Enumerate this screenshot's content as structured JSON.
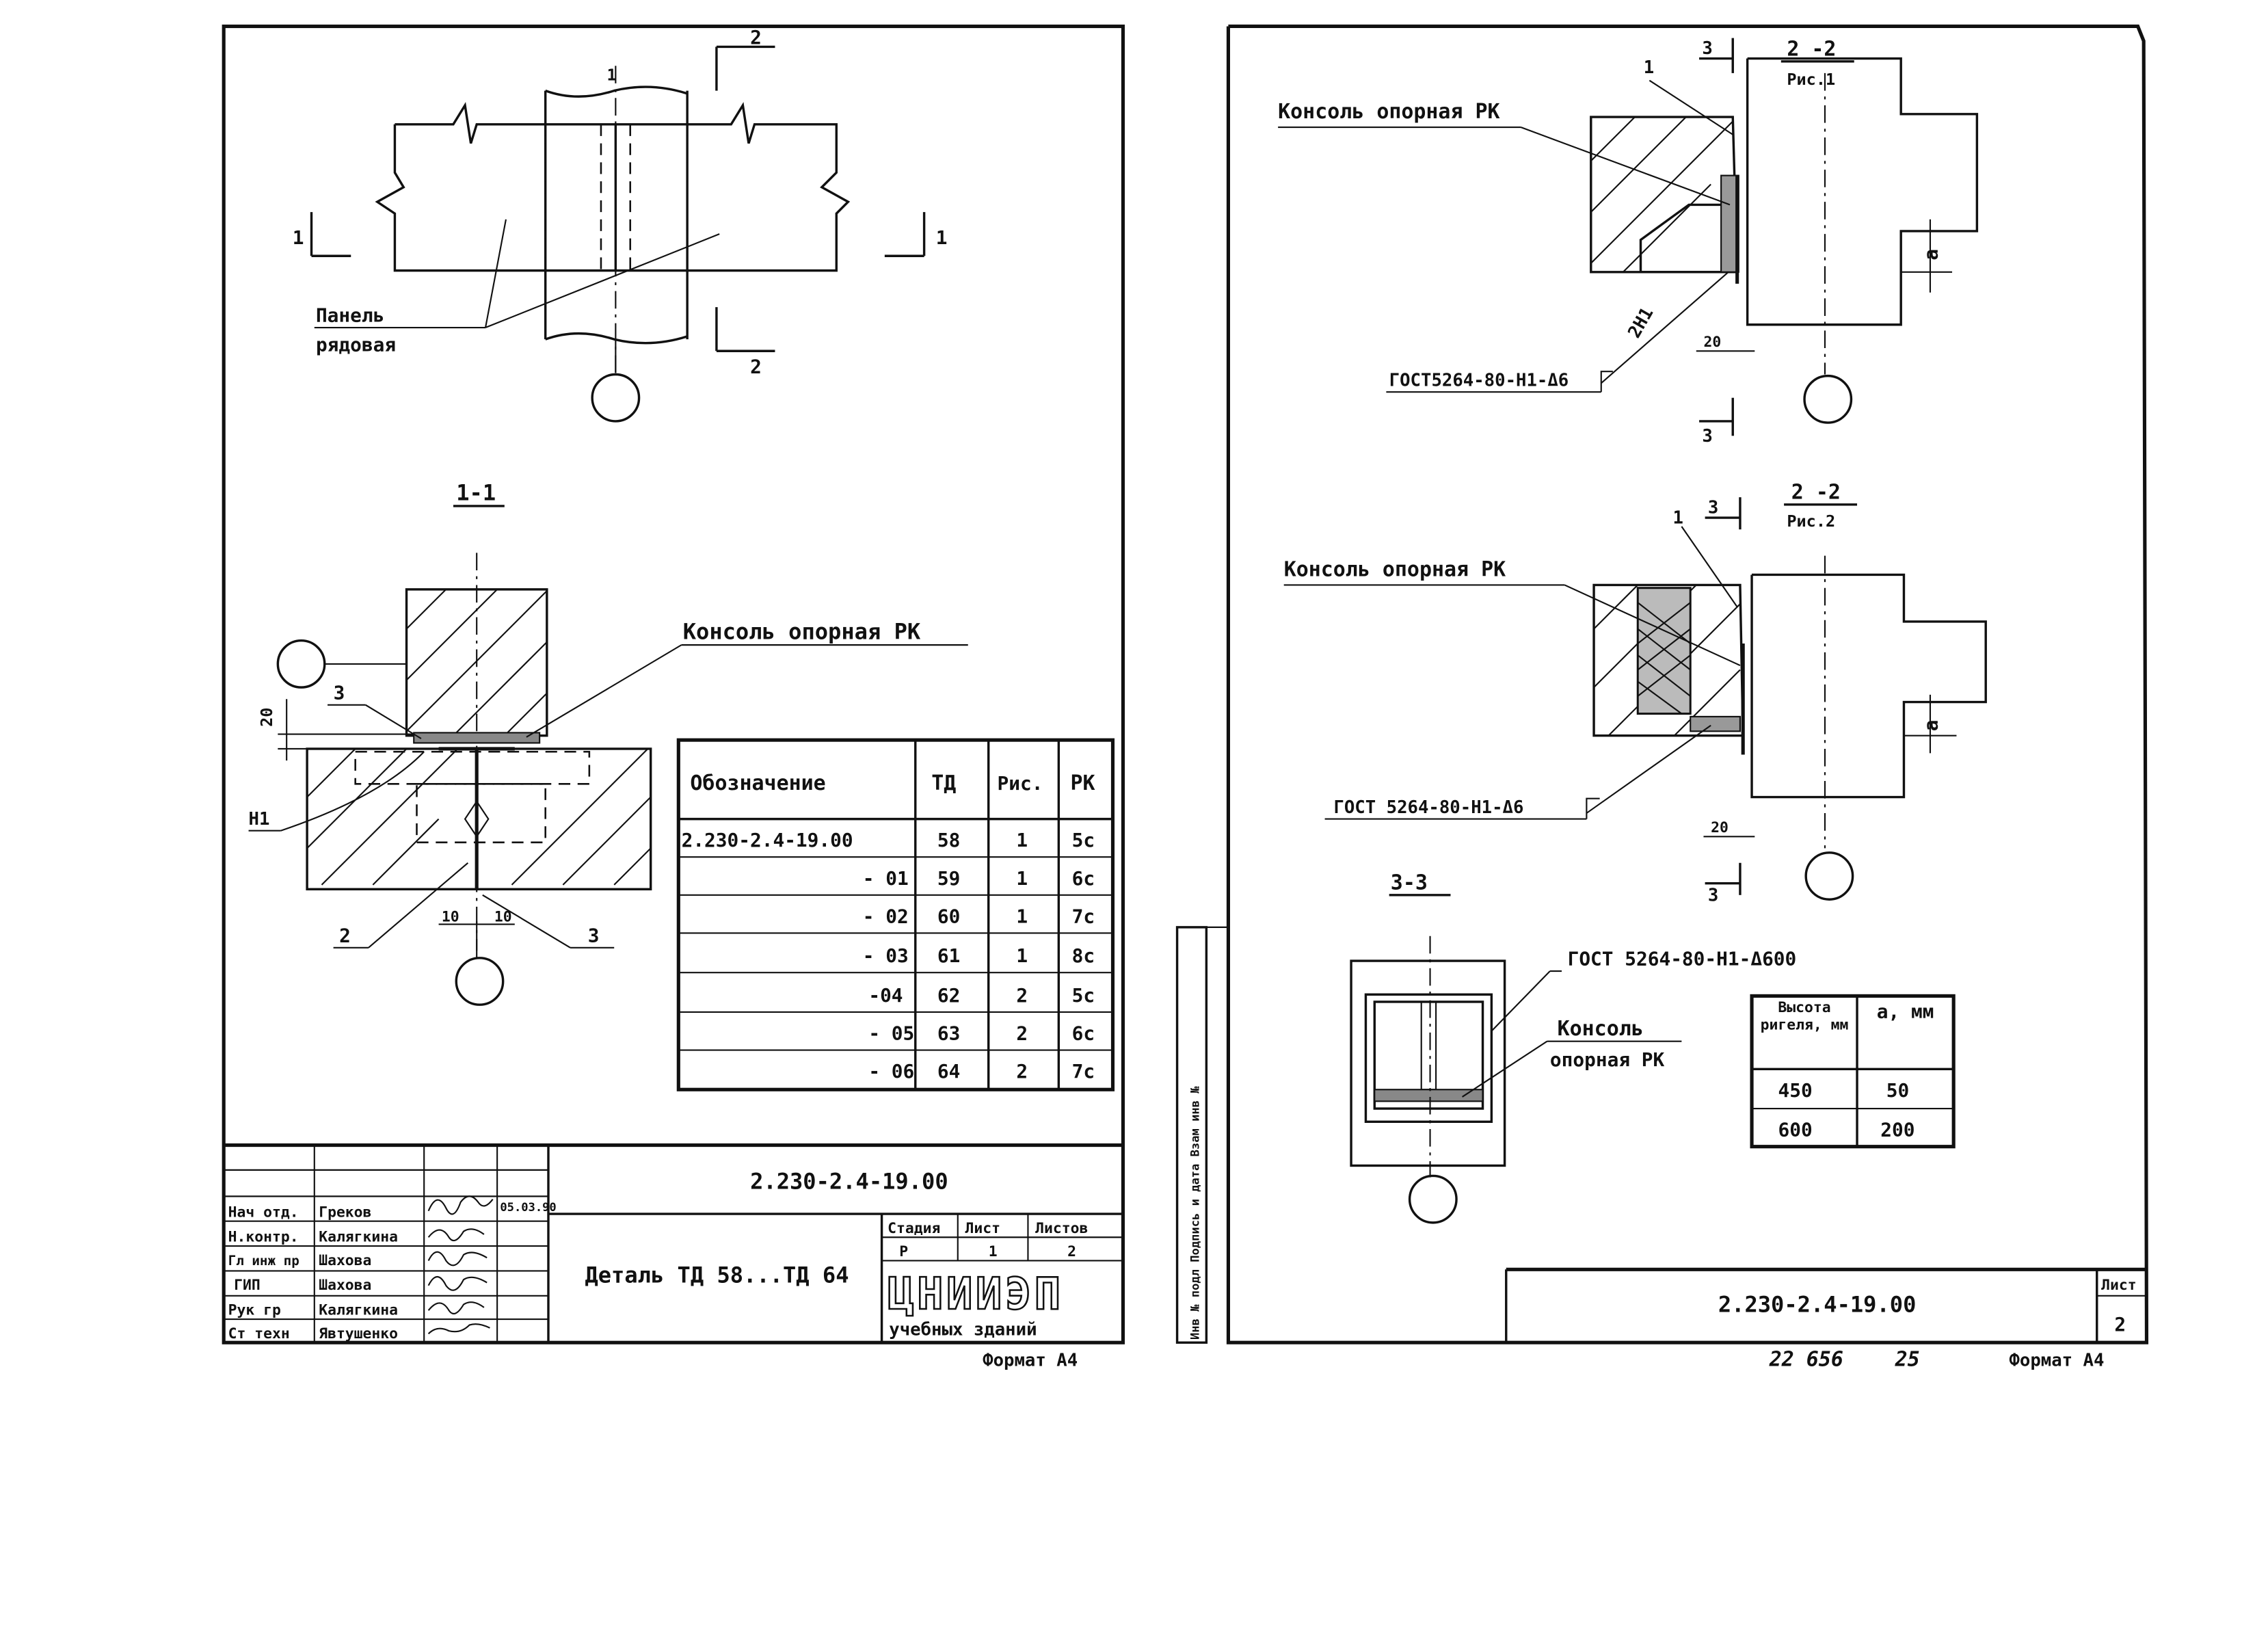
{
  "left_sheet": {
    "plan": {
      "section_marks": {
        "s1": "1",
        "s2": "2",
        "axis": "1"
      },
      "label_line1": "Панель",
      "label_line2": "рядовая"
    },
    "section_1_1": {
      "title": "1-1",
      "console_label": "Консоль опорная РК",
      "dim_20": "20",
      "mark_3": "3",
      "mark_n1": "Н1",
      "mark_2": "2",
      "mark_3b": "3",
      "dim_10a": "10",
      "dim_10b": "10"
    },
    "table": {
      "headers": [
        "Обозначение",
        "ТД",
        "Рис.",
        "РК"
      ],
      "rows": [
        [
          "2.230-2.4-19.00",
          "58",
          "1",
          "5с"
        ],
        [
          "- 01",
          "59",
          "1",
          "6с"
        ],
        [
          "- 02",
          "60",
          "1",
          "7с"
        ],
        [
          "- 03",
          "61",
          "1",
          "8с"
        ],
        [
          "-04",
          "62",
          "2",
          "5с"
        ],
        [
          "- 05",
          "63",
          "2",
          "6с"
        ],
        [
          "- 06",
          "64",
          "2",
          "7с"
        ]
      ]
    },
    "stamp": {
      "code": "2.230-2.4-19.00",
      "title": "Деталь ТД 58...ТД 64",
      "roles": [
        "Нач отд.",
        "Н.контр.",
        "Гл инж пр",
        "ГИП",
        "Рук гр",
        "Ст техн"
      ],
      "names": [
        "Греков",
        "Калягкина",
        "Шахова",
        "Шахова",
        "Калягкина",
        "Явтушенко"
      ],
      "date": "05.03.90",
      "stage_head": "Стадия",
      "sheet_head": "Лист",
      "sheets_head": "Листов",
      "stage": "Р",
      "sheet": "1",
      "sheets": "2",
      "org_logo": "ЦНИИЭП",
      "org_sub": "учебных зданий",
      "format": "Формат А4"
    }
  },
  "right_sheet": {
    "fig1": {
      "title_top": "2 -2",
      "title_bottom": "Рис.1",
      "console_label": "Консоль опорная РК",
      "mark_1": "1",
      "mark_3top": "3",
      "mark_3bot": "3",
      "weld": "2Н1",
      "gost": "ГОСТ5264-80-Н1-Δ6",
      "dim_20": "20",
      "dim_a": "a"
    },
    "fig2": {
      "title_top": "2 -2",
      "title_bottom": "Рис.2",
      "console_label": "Консоль опорная РК",
      "mark_1": "1",
      "mark_3top": "3",
      "mark_3bot": "3",
      "gost": "ГОСТ 5264-80-Н1-Δ6",
      "dim_20": "20",
      "dim_a": "a"
    },
    "section_3_3": {
      "title": "3-3",
      "gost": "ГОСТ 5264-80-Н1-Δ600",
      "console_line1": "Консоль",
      "console_line2": "опорная РК"
    },
    "small_table": {
      "head_col1": "Высота ригеля, мм",
      "head_col2": "a, мм",
      "rows": [
        [
          "450",
          "50"
        ],
        [
          "600",
          "200"
        ]
      ]
    },
    "side_strip": "Инв № подл   Подпись и дата   Взам инв №",
    "stamp": {
      "code": "2.230-2.4-19.00",
      "sheet_head": "Лист",
      "sheet": "2",
      "footer_num": "22 656",
      "footer_page": "25",
      "format": "Формат А4"
    }
  }
}
